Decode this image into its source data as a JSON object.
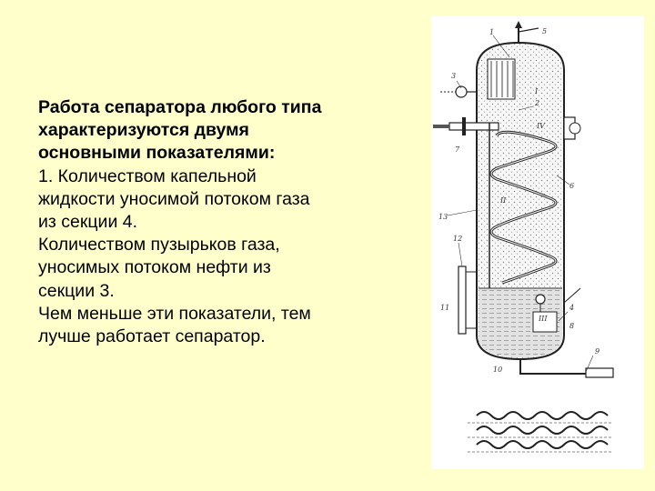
{
  "slide": {
    "background": "#FFFFCC",
    "text_lines": [
      {
        "text": "Работа сепаратора любого типа",
        "bold": true
      },
      {
        "text": "характеризуются двумя",
        "bold": true
      },
      {
        "text": "основными показателями:",
        "bold": true
      },
      {
        "text": "1.   Количеством  капельной",
        "bold": false
      },
      {
        "text": "жидкости уносимой потоком газа",
        "bold": false
      },
      {
        "text": "из секции 4.",
        "bold": false
      },
      {
        "text": "Количеством пузырьков газа,",
        "bold": false
      },
      {
        "text": "уносимых потоком нефти из",
        "bold": false
      },
      {
        "text": "секции 3.",
        "bold": false
      },
      {
        "text": "Чем меньше эти показатели, тем",
        "bold": false
      },
      {
        "text": "лучше работает сепаратор.",
        "bold": false
      }
    ]
  },
  "figure": {
    "labels": {
      "n1": "1",
      "n2": "2",
      "n3": "3",
      "n4": "4",
      "n5": "5",
      "n6": "6",
      "n7": "7",
      "n8": "8",
      "n9": "9",
      "n10": "10",
      "n11": "11",
      "n12": "12",
      "n13": "13",
      "s1": "I",
      "s2": "II",
      "s3": "III",
      "s4": "IV"
    }
  }
}
